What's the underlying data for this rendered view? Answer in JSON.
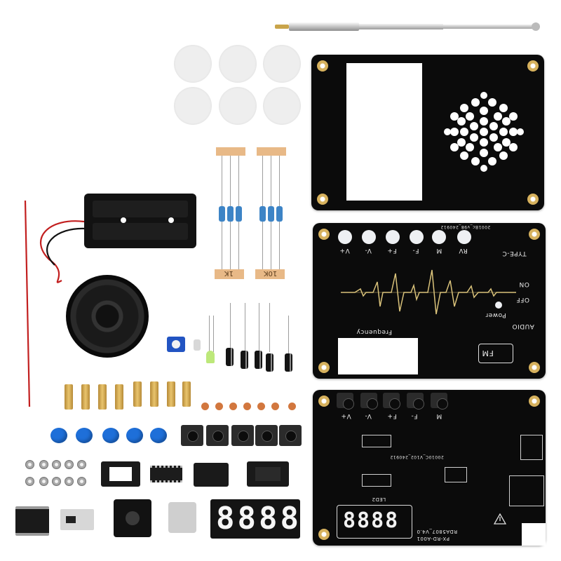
{
  "panel": {
    "top_buttons": [
      "V+",
      "V-",
      "F+",
      "F-",
      "M",
      "RV"
    ],
    "type_c": "TYPE-C",
    "on": "ON",
    "off": "OFF",
    "audio": "AUDIO",
    "power": "Power",
    "frequency": "Frequency",
    "fm": "FM",
    "version": "2001Bc_v98_240912"
  },
  "mainboard": {
    "model": "PX-RD-A001",
    "chip_line": "RDA5807_V4.0",
    "version_small": "20010C_V102_240912",
    "led_label": "LED2",
    "button_labels": [
      "V+",
      "V-",
      "F+",
      "F-",
      "M"
    ],
    "display_digits": "8888"
  },
  "resistors": {
    "left_tag": "1K",
    "right_tag": "10K"
  },
  "display_module": {
    "digits": "8888"
  }
}
